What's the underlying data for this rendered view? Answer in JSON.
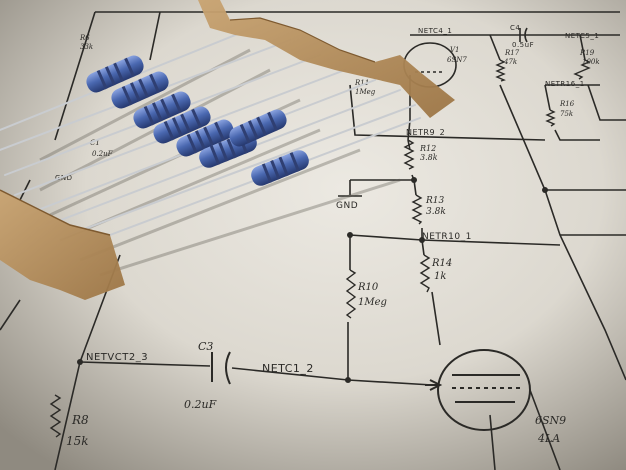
{
  "schematic": {
    "labels_top": {
      "netc4": "NETC4_1",
      "c4": "C4",
      "c4_val": "0.5uF",
      "netc5": "NETC5_1",
      "v1": "V1",
      "v1b": "6SN7",
      "r17": "R17",
      "r17_val": "47k",
      "r19": "R19",
      "r19_val": "100k",
      "r6": "R6",
      "r6_val": "33k"
    },
    "labels_mid": {
      "netr16": "NETR16_1",
      "r16": "R16",
      "r16_val": "75k",
      "r11": "R11",
      "r11_val": "1Meg",
      "netr9": "NETR9_2",
      "r12": "R12",
      "r12_val": "3.8k",
      "c1": "C1",
      "c1_val": "0.2uF",
      "gnd_small": "GND",
      "gnd": "GND",
      "r13": "R13",
      "r13_val": "3.8k",
      "netr10": "NETR10_1",
      "r14": "R14",
      "r14_val": "1k",
      "r10": "R10",
      "r10_val": "1Meg"
    },
    "labels_bottom": {
      "c3": "C3",
      "netvct2": "NETVCT2_3",
      "netc1": "NETC1_2",
      "c3_val": "0.2uF",
      "r8": "R8",
      "r8_val": "15k",
      "v2": "6SN9",
      "v2_b": "4LA"
    }
  },
  "colors": {
    "paper": "#e4e1da",
    "ink": "#2b2a27",
    "resistor_body": "#4a68b0",
    "resistor_band": "#2f3f72",
    "lead": "#c9ccd0",
    "tape": "#b38a56"
  },
  "objects": {
    "resistor_count": 8,
    "tape_strips": 2
  }
}
